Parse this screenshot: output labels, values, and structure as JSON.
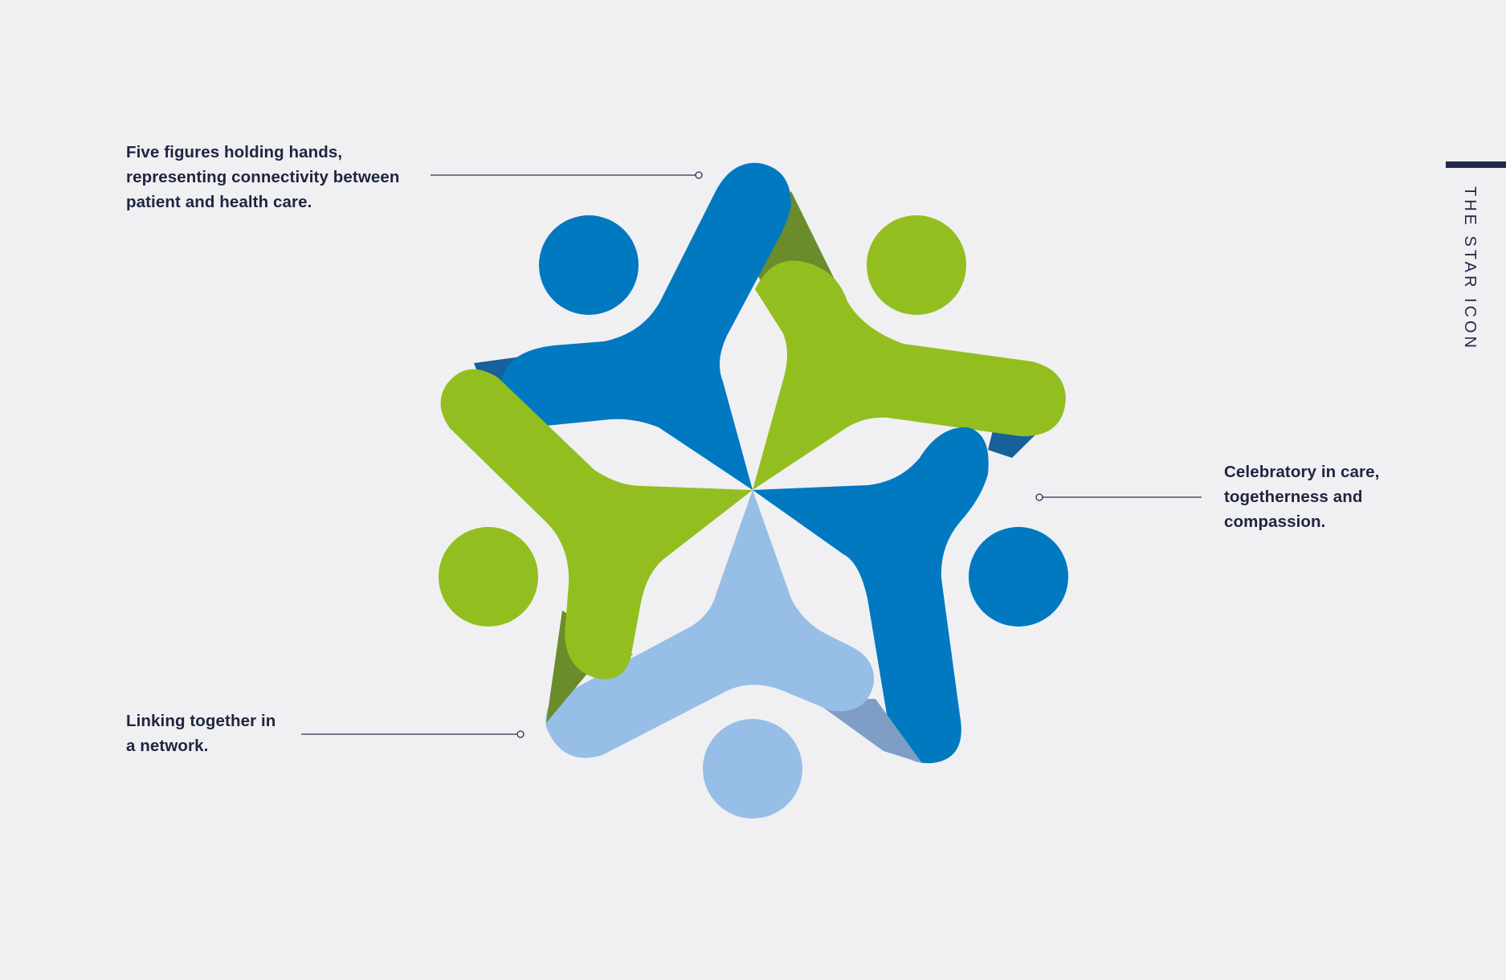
{
  "annotations": {
    "figures_note": "Five figures holding hands,\nrepresenting connectivity between\npatient and health care.",
    "celebration_note": "Celebratory in care,\ntogetherness and\ncompassion.",
    "network_note": "Linking together in\na network."
  },
  "section_label": "THE STAR ICON",
  "colors": {
    "background": "#f0f0f2",
    "dark_blue": "#0079c1",
    "green": "#93be20",
    "light_blue": "#96bee6",
    "shadow_green": "#6b8c2b",
    "shadow_blue": "#17609a",
    "shadow_light_blue": "#7f9ec5",
    "text": "#1f2541"
  },
  "icon_figures": [
    {
      "name": "dark-blue-figure",
      "color": "dark_blue"
    },
    {
      "name": "green-figure-right",
      "color": "green"
    },
    {
      "name": "dark-blue-figure-right",
      "color": "dark_blue"
    },
    {
      "name": "light-blue-figure",
      "color": "light_blue"
    },
    {
      "name": "green-figure-left",
      "color": "green"
    }
  ]
}
